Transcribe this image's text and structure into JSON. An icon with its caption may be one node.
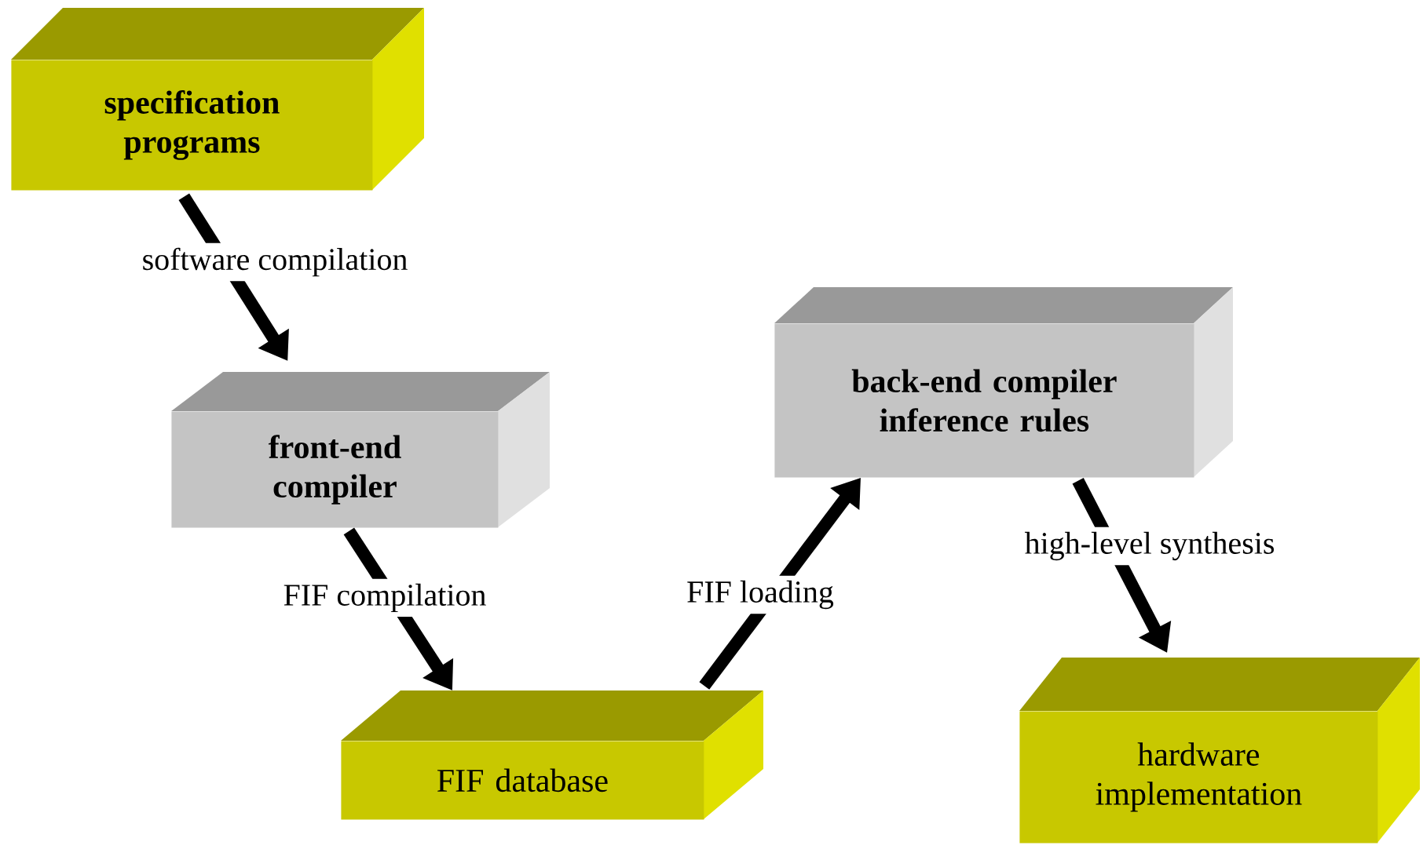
{
  "diagram": {
    "nodes": [
      {
        "text": [
          "specification programs"
        ]
      },
      {
        "text": [
          "front-end compiler"
        ]
      },
      {
        "text": [
          "FIF database"
        ]
      },
      {
        "text": [
          "back-end compiler inference rules"
        ]
      },
      {
        "text": [
          "hardware implementation"
        ]
      }
    ],
    "edges": [
      {
        "from": 0,
        "to": 1,
        "arrow": "to",
        "label": "software compilation"
      },
      {
        "from": 1,
        "to": 2,
        "arrow": "to",
        "label": "FIF compilation"
      },
      {
        "from": 2,
        "to": 3,
        "arrow": "to",
        "label": "FIF loading"
      },
      {
        "from": 3,
        "to": 4,
        "arrow": "to",
        "label": "high-level synthesis"
      }
    ]
  }
}
